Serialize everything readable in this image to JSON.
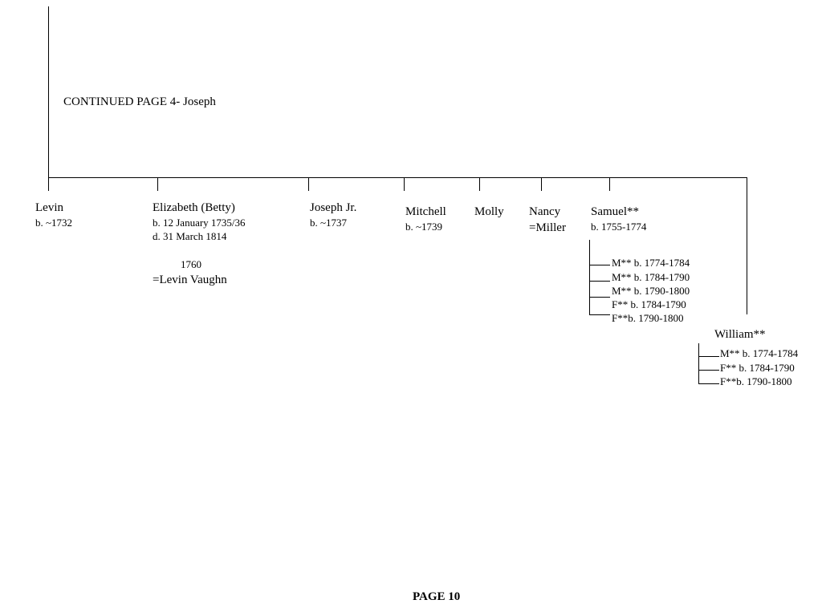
{
  "note": "CONTINUED PAGE 4- Joseph",
  "page_label": "PAGE 10",
  "children": [
    {
      "name": "Levin",
      "details": [
        "b. ~1732"
      ]
    },
    {
      "name": "Elizabeth (Betty)",
      "details": [
        "b. 12 January 1735/36",
        "d. 31 March 1814"
      ],
      "marriage_year": "1760",
      "spouse": "=Levin Vaughn"
    },
    {
      "name": "Joseph Jr.",
      "details": [
        "b. ~1737"
      ]
    },
    {
      "name": "Mitchell",
      "details": [
        "b. ~1739"
      ]
    },
    {
      "name": "Molly",
      "details": []
    },
    {
      "name": "Nancy",
      "details": [],
      "spouse": "=Miller"
    },
    {
      "name": "Samuel**",
      "details": [
        "b. 1755-1774"
      ],
      "household": [
        "M** b. 1774-1784",
        "M** b. 1784-1790",
        "M** b. 1790-1800",
        "F** b. 1784-1790",
        "F**b. 1790-1800"
      ]
    },
    {
      "name": "William**",
      "details": [],
      "household": [
        "M** b. 1774-1784",
        "F** b. 1784-1790",
        "F**b. 1790-1800"
      ]
    }
  ]
}
